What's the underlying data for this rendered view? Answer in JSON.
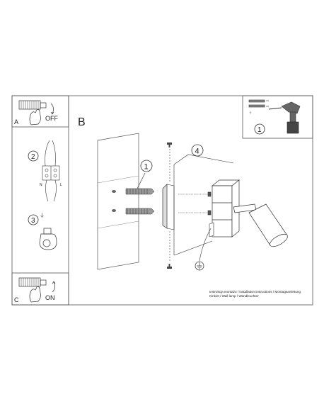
{
  "panels": {
    "a": {
      "letter": "A",
      "state": "OFF"
    },
    "b": {
      "letter": "B"
    },
    "c": {
      "letter": "C",
      "state": "ON"
    }
  },
  "steps": {
    "s1": "1",
    "s2": "2",
    "s3": "3",
    "s4": "4",
    "tools": "1"
  },
  "wire_labels": {
    "n": "N",
    "l": "L"
  },
  "ground_symbol": "⏚",
  "footer": {
    "line1": "Instrukcja montażu / installation instructions / Montageanleitung",
    "line2": "Kinkiet / Wall lamp / Wandleuchter"
  },
  "colors": {
    "line": "#333333",
    "drill_body": "#555555",
    "accent": "#222222"
  },
  "icons": [
    "hand-switch-icon",
    "wall-plug-icon",
    "drill-icon",
    "ground-icon",
    "terminal-block-icon"
  ]
}
